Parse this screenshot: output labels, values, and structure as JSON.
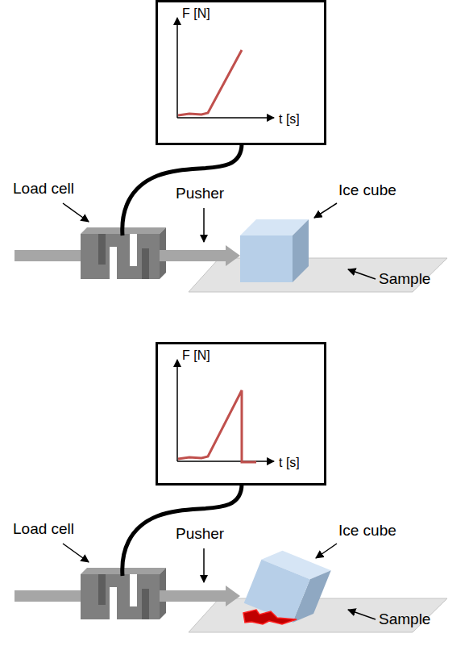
{
  "diagram": {
    "nodes": [
      {
        "text": [
          "F [N]",
          "t [s]"
        ]
      },
      {
        "text": [
          "F [N]",
          "t [s]"
        ]
      }
    ],
    "labels": [
      "Load cell",
      "Pusher",
      "Ice cube",
      "Sample",
      "Load cell",
      "Pusher",
      "Ice cube",
      "Sample"
    ]
  }
}
